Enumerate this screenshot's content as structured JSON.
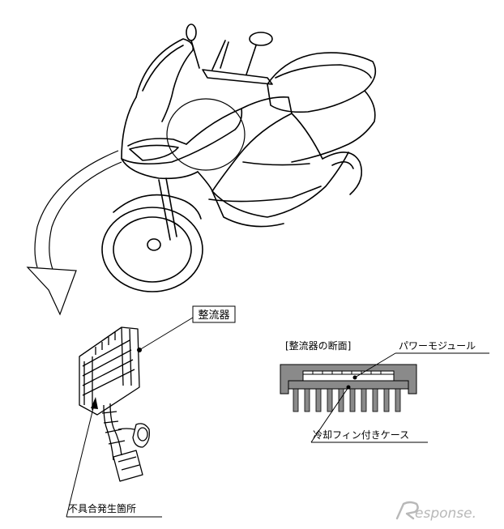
{
  "labels": {
    "rectifier": "整流器",
    "cross_section_title": "[整流器の断面]",
    "power_module": "パワーモジュール",
    "heat_sink_case": "冷却フィン付きケース",
    "defect_location": "不具合発生箇所"
  },
  "watermark": {
    "text": "esponse.",
    "icon": "r-swoosh-logo-icon"
  },
  "colors": {
    "line": "#000000",
    "section_fill": "#8a8a8a",
    "watermark": "#b8b8b8"
  }
}
